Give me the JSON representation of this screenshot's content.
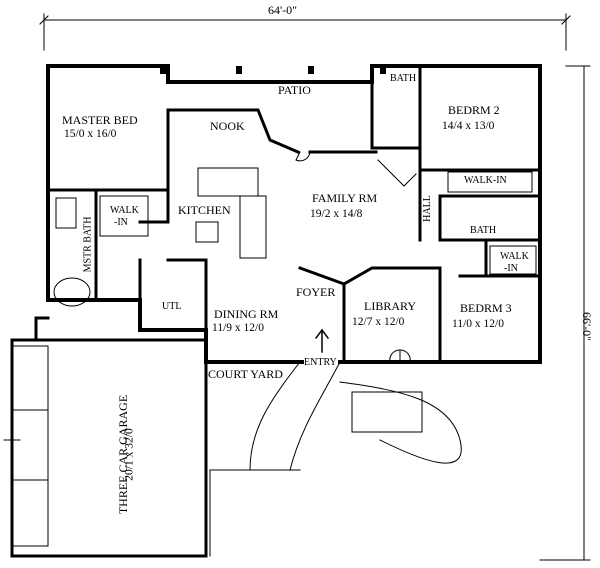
{
  "overall": {
    "width": "64'-0\"",
    "depth": "66'-0\""
  },
  "rooms": {
    "patio": {
      "name": "PATIO"
    },
    "master_bed": {
      "name": "MASTER BED",
      "size": "15/0 x 16/0"
    },
    "nook": {
      "name": "NOOK"
    },
    "bath_top": {
      "name": "BATH"
    },
    "bedrm2": {
      "name": "BEDRM 2",
      "size": "14/4 x 13/0"
    },
    "walkin_bed2": {
      "name": "WALK-IN"
    },
    "family_rm": {
      "name": "FAMILY RM",
      "size": "19/2 x 14/8"
    },
    "hall": {
      "name": "HALL"
    },
    "kitchen": {
      "name": "KITCHEN"
    },
    "walkin_master": {
      "line1": "WALK",
      "line2": "-IN"
    },
    "mstr_bath": {
      "name": "MSTR BATH"
    },
    "bath_mid": {
      "name": "BATH"
    },
    "walkin_bed3": {
      "line1": "WALK",
      "line2": "-IN"
    },
    "utl": {
      "name": "UTL"
    },
    "foyer": {
      "name": "FOYER"
    },
    "dining_rm": {
      "name": "DINING RM",
      "size": "11/9 x 12/0"
    },
    "library": {
      "name": "LIBRARY",
      "size": "12/7 x 12/0"
    },
    "bedrm3": {
      "name": "BEDRM 3",
      "size": "11/0 x 12/0"
    },
    "court_yard": {
      "name": "COURT YARD"
    },
    "entry": {
      "name": "ENTRY"
    },
    "garage": {
      "name": "THREE CAR GARAGE",
      "size": "20/1 x 32/0"
    }
  }
}
